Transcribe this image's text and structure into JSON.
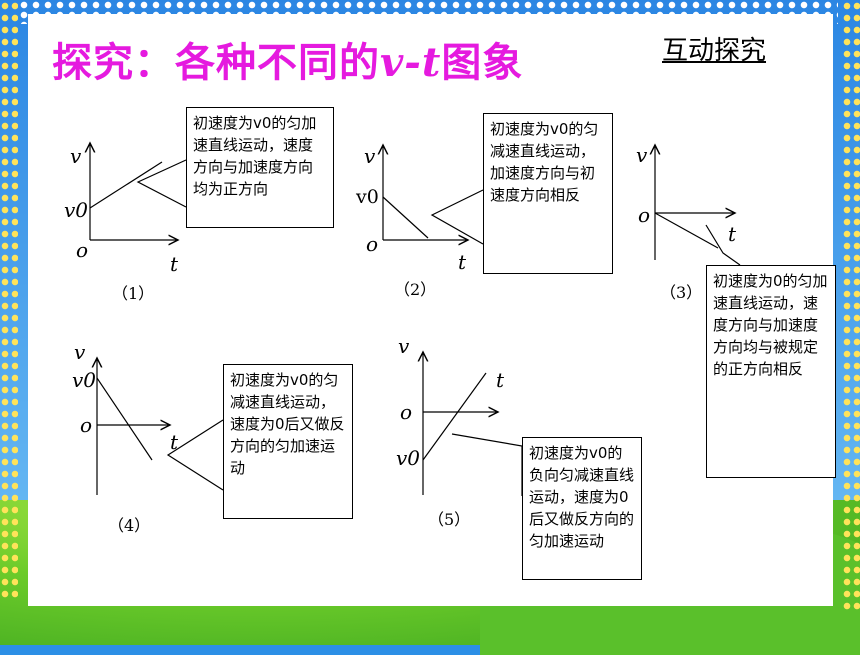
{
  "header": {
    "title_prefix": "探究：各种不同的",
    "title_var": "v-t",
    "title_suffix": "图象",
    "subtitle": "互动探究"
  },
  "graphs": [
    {
      "caption": "（1）",
      "v": "v",
      "t": "t",
      "o": "o",
      "v0": "v0",
      "note": "初速度为v0的匀加速直线运动，速度方向与加速度方向均为正方向"
    },
    {
      "caption": "（2）",
      "v": "v",
      "t": "t",
      "o": "o",
      "v0": "v0",
      "note": "初速度为v0的匀减速直线运动，加速度方向与初速度方向相反"
    },
    {
      "caption": "（3）",
      "v": "v",
      "t": "t",
      "o": "o",
      "note": "初速度为0的匀加速直线运动，速度方向与加速度方向均与被规定的正方向相反"
    },
    {
      "caption": "（4）",
      "v": "v",
      "t": "t",
      "o": "o",
      "v0": "v0",
      "note": "初速度为v0的匀减速直线运动，速度为0后又做反方向的匀加速运动"
    },
    {
      "caption": "（5）",
      "v": "v",
      "t": "t",
      "o": "o",
      "v0": "v0",
      "note": "初速度为v0的负向匀减速直线运动，速度为0后又做反方向的匀加速运动"
    }
  ]
}
